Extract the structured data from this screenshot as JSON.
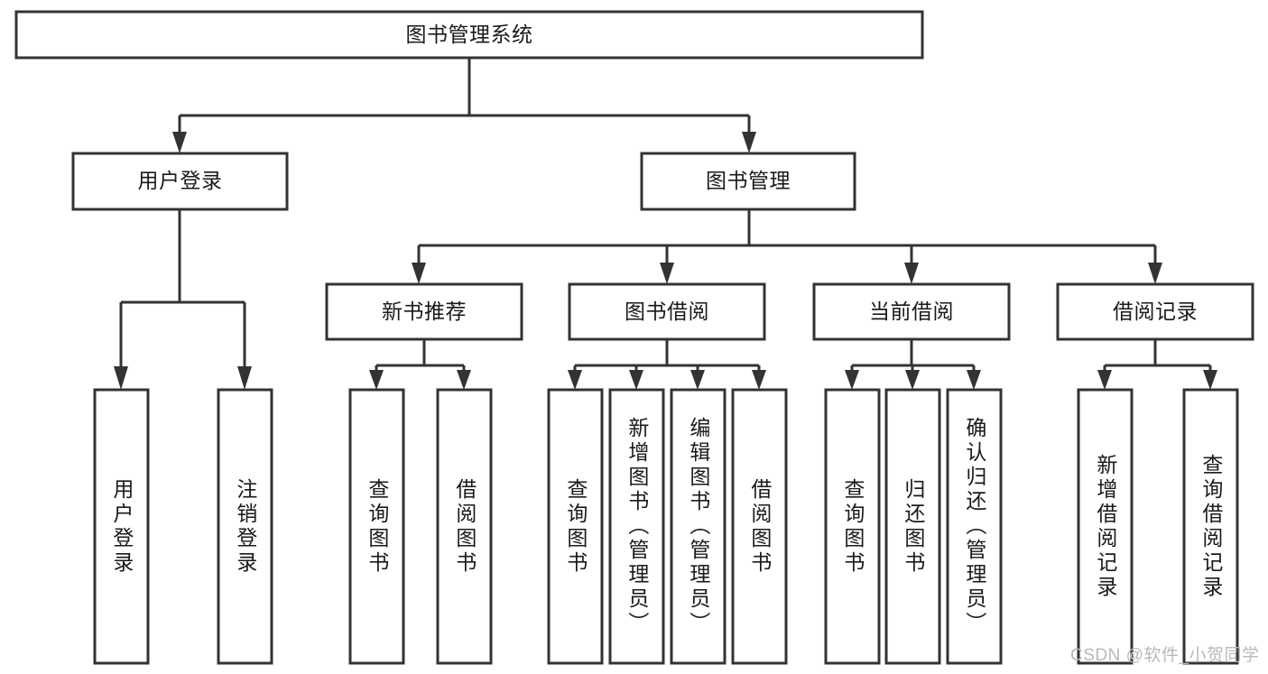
{
  "diagram": {
    "title_node": {
      "label": "图书管理系统"
    },
    "level2": [
      {
        "id": "user-login",
        "label": "用户登录"
      },
      {
        "id": "book-management",
        "label": "图书管理"
      }
    ],
    "level3": [
      {
        "id": "new-book-recommend",
        "label": "新书推荐"
      },
      {
        "id": "book-borrow",
        "label": "图书借阅"
      },
      {
        "id": "current-borrow",
        "label": "当前借阅"
      },
      {
        "id": "borrow-record",
        "label": "借阅记录"
      }
    ],
    "leaves": {
      "user_login": [
        {
          "id": "leaf-user-login",
          "label": "用户登录"
        },
        {
          "id": "leaf-logout",
          "label": "注销登录"
        }
      ],
      "new_book_recommend": [
        {
          "id": "leaf-query-book-1",
          "label": "查询图书"
        },
        {
          "id": "leaf-borrow-book-1",
          "label": "借阅图书"
        }
      ],
      "book_borrow": [
        {
          "id": "leaf-query-book-2",
          "label": "查询图书"
        },
        {
          "id": "leaf-add-book",
          "label": "新增图书（管理员）"
        },
        {
          "id": "leaf-edit-book",
          "label": "编辑图书（管理员）"
        },
        {
          "id": "leaf-borrow-book-2",
          "label": "借阅图书"
        }
      ],
      "current_borrow": [
        {
          "id": "leaf-query-book-3",
          "label": "查询图书"
        },
        {
          "id": "leaf-return-book",
          "label": "归还图书"
        },
        {
          "id": "leaf-confirm-return",
          "label": "确认归还（管理员）"
        }
      ],
      "borrow_record": [
        {
          "id": "leaf-add-record",
          "label": "新增借阅记录"
        },
        {
          "id": "leaf-query-record",
          "label": "查询借阅记录"
        }
      ]
    }
  },
  "watermark": {
    "text": "CSDN @软件_小贺同学"
  },
  "colors": {
    "stroke": "#333333",
    "box_fill": "#ffffff",
    "text": "#1a1a1a",
    "watermark": "#b9b9b9",
    "background": "#ffffff"
  }
}
